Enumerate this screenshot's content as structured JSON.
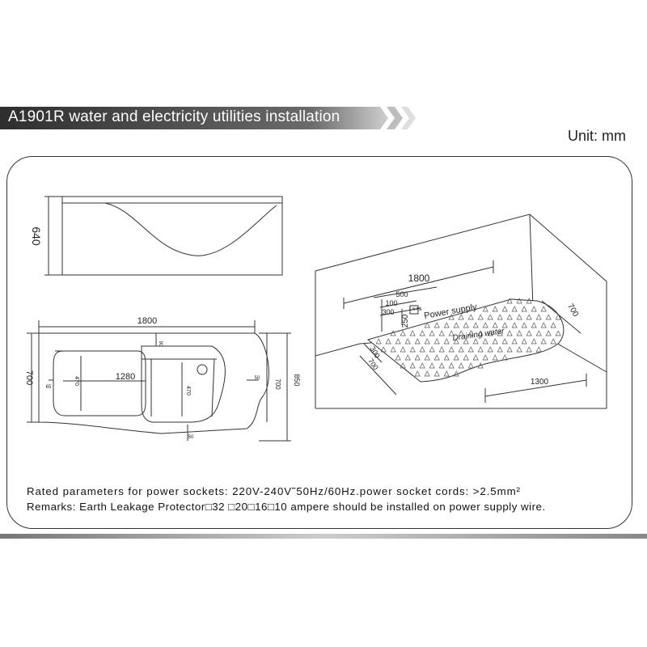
{
  "header": {
    "title": "A1901R water and electricity utilities installation",
    "unit": "Unit: mm"
  },
  "side_view": {
    "height_label": "640"
  },
  "top_view": {
    "length_label": "1800",
    "inner_length_label": "1280",
    "width_left_label": "700",
    "width_right_label": "700",
    "overall_width_label": "850",
    "inner_width_label": "470",
    "seat_width_label": "470",
    "top_margin_label": "90",
    "right_margin_label": "50",
    "bottom_margin_label": "50",
    "left_margin_label": "65"
  },
  "room_view": {
    "length_label": "1800",
    "width_label": "700",
    "dim_500": "500",
    "dim_100": "100",
    "dim_300": "300",
    "dim_250": "250",
    "side_300": "300",
    "side_700": "700",
    "bottom_1300": "1300",
    "power_supply_label": "Power supply",
    "draining_label": "Draining water",
    "power_symbol": "L N PE"
  },
  "notes": {
    "rated": "Rated parameters for power sockets: 220V-240V˜50Hz/60Hz.power socket cords: >2.5mm²",
    "remarks": "Remarks: Earth Leakage Protector□32 □20□16□10  ampere should be installed on power supply wire."
  },
  "colors": {
    "title_bar_dark": "#3a3a3a",
    "line": "#333333"
  }
}
